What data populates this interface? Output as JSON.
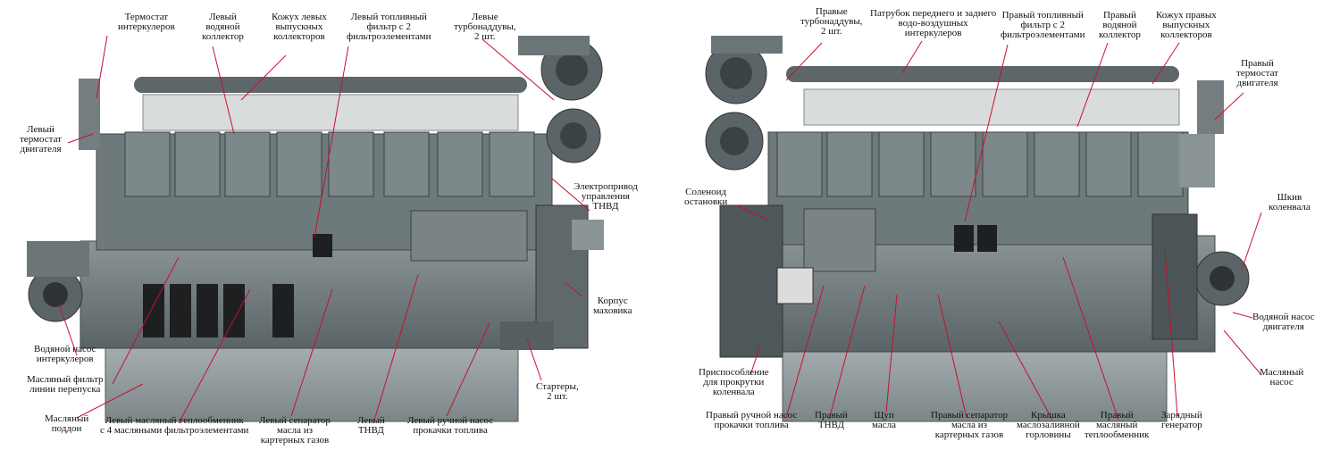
{
  "left_engine": {
    "labels": {
      "thermostat_intercooler": "Термостат\nинтеркулеров",
      "left_water_collector": "Левый\nводяной\nколлектор",
      "left_exhaust_casing": "Кожух левых\nвыпускных\nколлекторов",
      "left_fuel_filter": "Левый топливный\nфильтр с 2\nфильтроэлементами",
      "left_turbochargers": "Левые\nтурбонаддувы,\n2 шт.",
      "left_engine_thermostat": "Левый\nтермостат\nдвигателя",
      "fuel_pump_actuator": "Электропривод\nуправления\nТНВД",
      "flywheel_housing": "Корпус\nмаховика",
      "starters": "Стартеры,\n2 шт.",
      "intercooler_water_pump": "Водяной насос\nинтеркулеров",
      "bypass_oil_filter": "Масляный фильтр\nлинии перепуска",
      "oil_pan": "Масляный\nподдон",
      "left_oil_cooler": "Левый масляный теплообменник\nс 4 масляными фильтроэлементами",
      "left_oil_separator": "Левый сепаратор\nмасла из\nкартерных газов",
      "left_fuel_pump": "Левый\nТНВД",
      "left_hand_priming_pump": "Левый ручной насос\nпрокачки топлива"
    }
  },
  "right_engine": {
    "labels": {
      "right_turbochargers": "Правые\nтурбонаддувы,\n2 шт.",
      "intercooler_pipe": "Патрубок переднего и заднего\nводо-воздушных\nинтеркулеров",
      "right_fuel_filter": "Правый топливный\nфильтр с 2\nфильтроэлементами",
      "right_water_collector": "Правый\nводяной\nколлектор",
      "right_exhaust_casing": "Кожух правых\nвыпускных\nколлекторов",
      "right_engine_thermostat": "Правый\nтермостат\nдвигателя",
      "stop_solenoid": "Соленоид\nостановки",
      "crankshaft_pulley": "Шкив\nколенвала",
      "engine_water_pump": "Водяной насос\nдвигателя",
      "oil_pump": "Масляный\nнасос",
      "crank_turning_device": "Приспособление\nдля прокрутки\nколенвала",
      "right_hand_priming_pump": "Правый ручной насос\nпрокачки топлива",
      "right_fuel_pump": "Правый\nТНВД",
      "oil_dipstick": "Щуп\nмасла",
      "right_oil_separator": "Правый сепаратор\nмасла из\nкартерных газов",
      "oil_filler_cap": "Крышка\nмаслозаливной\nгорловины",
      "right_oil_cooler": "Правый\nмасляный\nтеплообменник",
      "charging_generator": "Зарядный\nгенератор"
    }
  },
  "colors": {
    "engine_body": "#6f7a7c",
    "engine_dark": "#3b4244",
    "engine_light": "#9aa4a6",
    "shield": "#d9dcdc",
    "leader_line": "#c8102e",
    "text": "#111111"
  }
}
